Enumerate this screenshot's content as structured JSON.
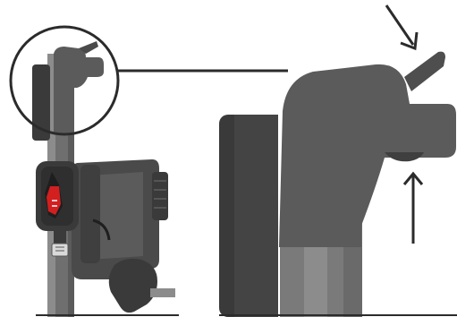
{
  "diagram": {
    "parts": [
      {
        "id": "mast-pole",
        "icon": "pole-icon"
      },
      {
        "id": "mount-head",
        "icon": "mount-head-icon"
      },
      {
        "id": "clamp-body",
        "icon": "clamp-icon"
      },
      {
        "id": "release-tab",
        "icon": "red-tab-icon"
      },
      {
        "id": "knob",
        "icon": "knob-icon"
      },
      {
        "id": "spring",
        "icon": "spring-icon"
      }
    ],
    "callout": {
      "shape": "circle",
      "detail": "magnified-mount-head"
    },
    "arrows": [
      {
        "id": "arrow-down-diagonal",
        "direction": "down-right"
      },
      {
        "id": "arrow-up",
        "direction": "up"
      }
    ],
    "colors": {
      "background": "#ffffff",
      "dark_gray": "#3a3a3a",
      "mid_gray": "#5b5b5b",
      "light_gray": "#8c8c8c",
      "pole_gray": "#6f6f6f",
      "accent_red": "#d21f1f",
      "stroke": "#2b2b2b"
    }
  }
}
